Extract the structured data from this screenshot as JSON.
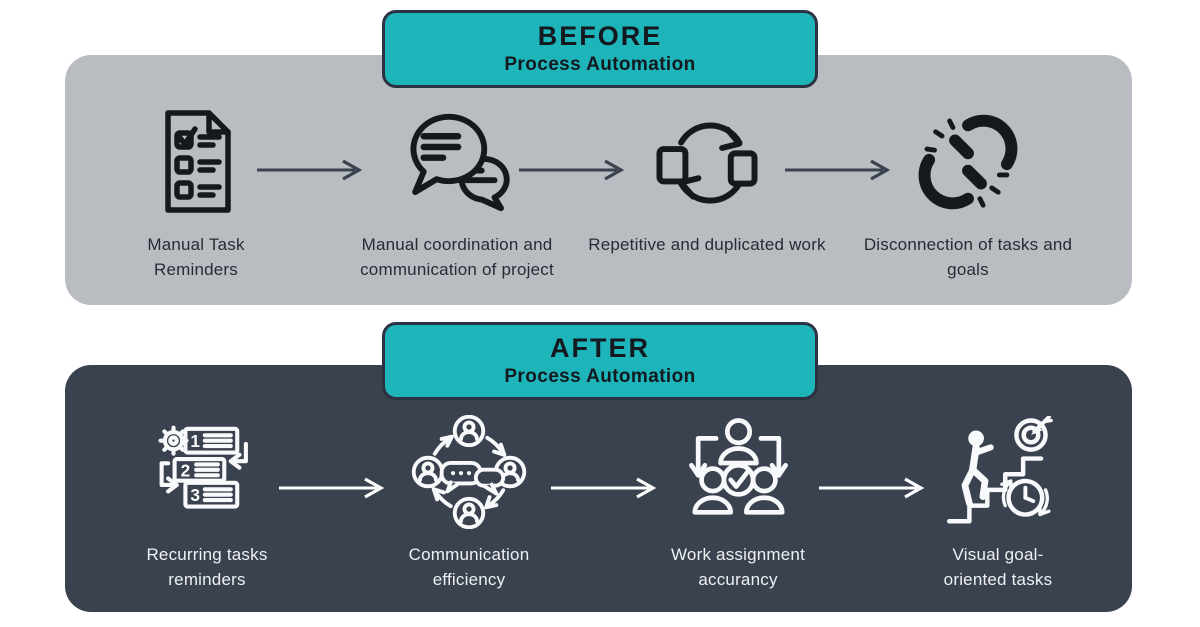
{
  "colors": {
    "teal": "#1db4ba",
    "badge_border": "#2b3240",
    "panel_light": "#b9bdc2",
    "panel_dark": "#3a414f",
    "heading_text": "#14191f",
    "label_dark": "#262c35",
    "label_light": "#eef1f3",
    "arrow_dark": "#3a414f",
    "arrow_light": "#ffffff"
  },
  "before": {
    "title": "BEFORE",
    "subtitle": "Process Automation",
    "items": [
      {
        "icon": "checklist-document-icon",
        "label": "Manual Task Reminders"
      },
      {
        "icon": "chat-bubbles-icon",
        "label": "Manual coordination and communication of project"
      },
      {
        "icon": "sync-arrows-icon",
        "label": "Repetitive and duplicated work"
      },
      {
        "icon": "broken-chain-icon",
        "label": "Disconnection of tasks and goals"
      }
    ]
  },
  "after": {
    "title": "AFTER",
    "subtitle": "Process Automation",
    "items": [
      {
        "icon": "recurring-tasks-icon",
        "label": "Recurring tasks reminders",
        "steps": [
          "1",
          "2",
          "3"
        ]
      },
      {
        "icon": "communication-network-icon",
        "label": "Communication efficiency"
      },
      {
        "icon": "work-assignment-icon",
        "label": "Work assignment accurancy"
      },
      {
        "icon": "goal-stairs-icon",
        "label": "Visual goal-oriented tasks"
      }
    ]
  }
}
